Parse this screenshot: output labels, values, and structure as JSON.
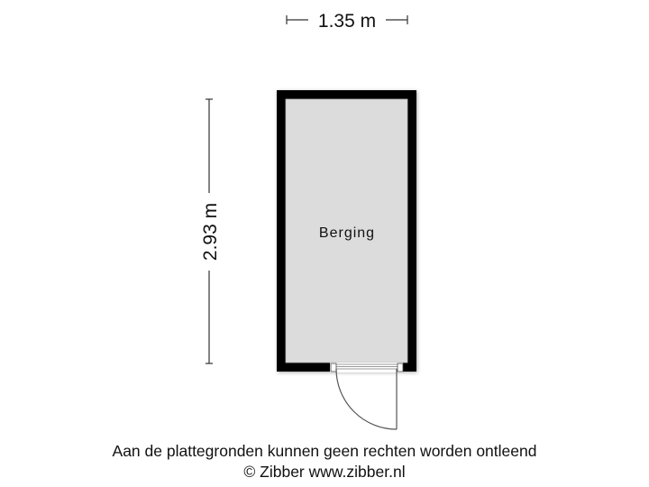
{
  "floorplan": {
    "dimensions": {
      "width_label": "1.35 m",
      "height_label": "2.93 m"
    },
    "rooms": [
      {
        "name": "Berging"
      }
    ],
    "colors": {
      "wall": "#000000",
      "floor": "#dcdcdc",
      "dimension_line": "#333333",
      "door_line": "#555555"
    }
  },
  "footer": {
    "disclaimer": "Aan de plattegronden kunnen geen rechten worden ontleend",
    "copyright": "© Zibber www.zibber.nl"
  }
}
